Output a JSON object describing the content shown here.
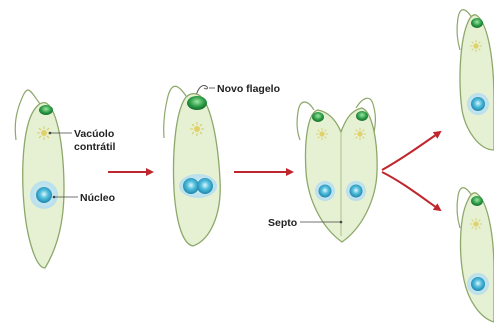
{
  "labels": {
    "vacuolo_line1": "Vacúolo",
    "vacuolo_line2": "contrátil",
    "nucleo": "Núcleo",
    "novo_flagelo": "Novo flagelo",
    "septo": "Septo"
  },
  "colors": {
    "cell_fill": "#e6f1d3",
    "cell_stroke": "#8da86a",
    "eyespot": "#1c8a3a",
    "eyespot_light": "#7cd08a",
    "nucleus": "#2aa7c9",
    "nucleus_halo": "#c9e9f3",
    "vacuole": "#d7c85a",
    "arrow": "#c0262d",
    "leader_line": "#444444"
  },
  "icons": [
    "euglena-cell",
    "eyespot",
    "contractile-vacuole",
    "nucleus",
    "flagellum",
    "arrow-right"
  ]
}
